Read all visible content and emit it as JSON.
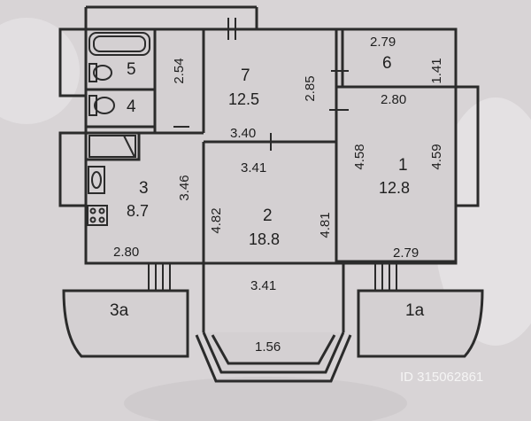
{
  "plan": {
    "rooms": [
      {
        "id": "room-1",
        "number": "1",
        "area": "12.8"
      },
      {
        "id": "room-2",
        "number": "2",
        "area": "18.8"
      },
      {
        "id": "room-3",
        "number": "3",
        "area": "8.7"
      },
      {
        "id": "room-4",
        "number": "4"
      },
      {
        "id": "room-5",
        "number": "5"
      },
      {
        "id": "room-6",
        "number": "6"
      },
      {
        "id": "room-7",
        "number": "7",
        "area": "12.5"
      },
      {
        "id": "balcony-1a",
        "number": "1a"
      },
      {
        "id": "balcony-3a",
        "number": "3a"
      }
    ],
    "dimensions": {
      "room6_width": "2.79",
      "room6_depth": "1.41",
      "room5_depth": "2.54",
      "room7_depth": "2.85",
      "room1_top_width": "2.80",
      "room7_width": "3.40",
      "room2_top_width": "3.41",
      "room1_left_depth": "4.58",
      "room1_right_depth": "4.59",
      "room3_depth": "3.46",
      "room2_left_depth": "4.82",
      "room2_right_depth": "4.81",
      "room3_width": "2.80",
      "room1_bottom_width": "2.79",
      "room2_bottom_width": "3.41",
      "bay_window_width": "1.56"
    },
    "watermark": "ID 315062861"
  },
  "colors": {
    "paper": "#d9d5d7",
    "wall": "#2b2b2b",
    "interior": "#d4d0d2"
  }
}
